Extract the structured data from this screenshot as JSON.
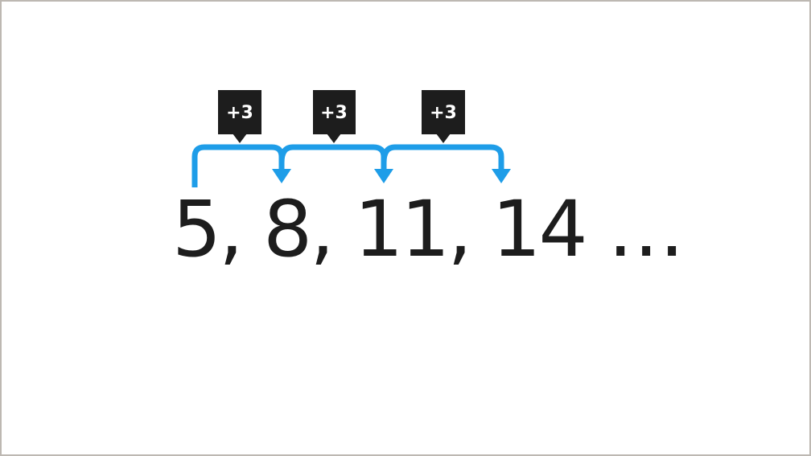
{
  "sequence": {
    "terms": [
      "5",
      "8",
      "11",
      "14"
    ],
    "separator": ", ",
    "ellipsis": " …"
  },
  "steps": [
    {
      "label": "+3"
    },
    {
      "label": "+3"
    },
    {
      "label": "+3"
    }
  ],
  "colors": {
    "arrow": "#1e9de8",
    "label_box": "#1d1d1d",
    "text": "#1d1d1d",
    "border": "#bdb8b2"
  }
}
